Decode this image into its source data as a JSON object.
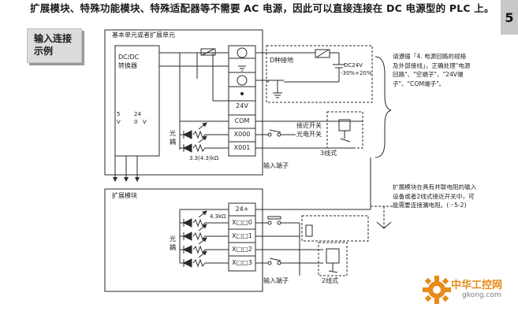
{
  "intro": "扩展模块、特殊功能模块、特殊适配器等不需要 AC 电源，因此可以直接连接在 DC 电源型的 PLC 上。",
  "page_tab": "5",
  "example_title_line1": "输入连接",
  "example_title_line2": "示例",
  "main_unit_label": "基本单元或者扩展单元",
  "converter_line1": "DC/DC",
  "converter_line2": "转换器",
  "rail_5v": "5\nV",
  "rail_24": "24\n0",
  "rail_0v": "V",
  "terminals_top": [
    "⊕",
    "⊖",
    "",
    "24V",
    "COM",
    "X000",
    "X001"
  ],
  "d_ground": "D种接地",
  "dc24v_line1": "DC24V",
  "dc24v_line2": "-30%+20%",
  "side_note": "请遵循「4. 电源回路的规格及外部接线」，正确处理\"电源回路\"、\"空端子\"、\"24V端子\"、\"COM端子\"。",
  "optocoupler_top": "光\n耦",
  "resistor_top": "3.3(4.3)kΩ",
  "proximity_switch": "接近开关",
  "photo_switch": "光电开关",
  "three_wire": "3线式",
  "input_terminal_top": "输入端子",
  "ext_module_label": "扩展模块",
  "resistor_bottom": "4.3kΩ",
  "terminals_bottom": [
    "24+",
    "X□□0",
    "X□□1",
    "X□□2",
    "X□□3"
  ],
  "optocoupler_bottom": "光\n耦",
  "input_terminal_bottom": "输入端子",
  "two_wire": "2线式",
  "ext_note": "扩展模块在具有并联电阻的输入设备或者2线式接近开关中，可能需要连接漏电阻。(☞5-2)",
  "logo_cn": "中华工控网",
  "logo_url": "gkong.com",
  "colors": {
    "line": "#2a2a2a",
    "tab_bg": "#c8c8c8",
    "logo_orange": "#e58c1a"
  }
}
